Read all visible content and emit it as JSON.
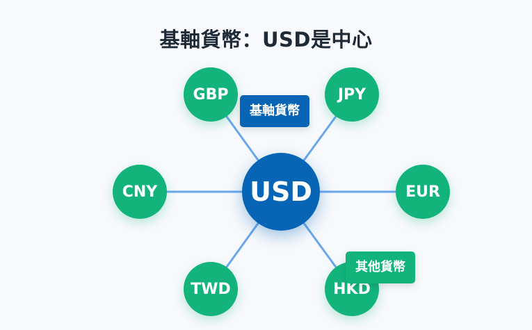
{
  "title": "基軸貨幣：USD是中心",
  "hub": {
    "label": "USD"
  },
  "satellites": [
    {
      "id": "gbp",
      "label": "GBP"
    },
    {
      "id": "jpy",
      "label": "JPY"
    },
    {
      "id": "cny",
      "label": "CNY"
    },
    {
      "id": "eur",
      "label": "EUR"
    },
    {
      "id": "twd",
      "label": "TWD"
    },
    {
      "id": "hkd",
      "label": "HKD"
    }
  ],
  "tags": {
    "base_currency": "基軸貨幣",
    "other_currency": "其他貨幣"
  },
  "colors": {
    "hub": "#0864b4",
    "satellite": "#12b47c",
    "link": "#6aa7ea",
    "title": "#1f2a37",
    "background": "#f7f9fc"
  }
}
